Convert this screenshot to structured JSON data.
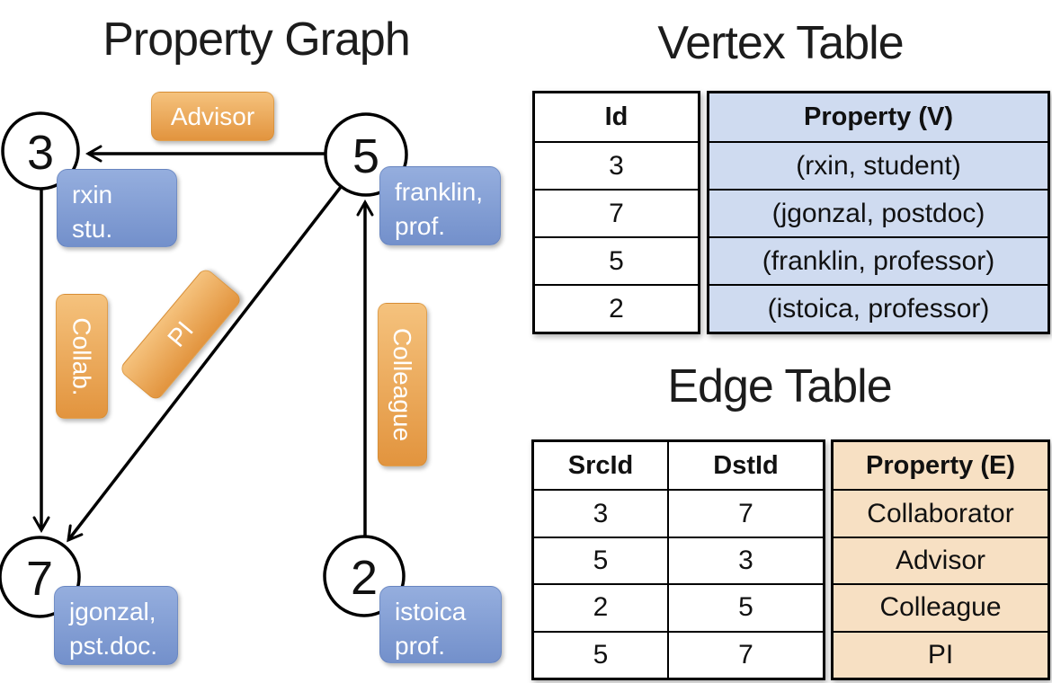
{
  "graph": {
    "title": "Property Graph",
    "nodes": [
      {
        "id": "3",
        "property_lines": [
          "rxin",
          "stu."
        ]
      },
      {
        "id": "5",
        "property_lines": [
          "franklin,",
          "prof."
        ]
      },
      {
        "id": "7",
        "property_lines": [
          "jgonzal,",
          "pst.doc."
        ]
      },
      {
        "id": "2",
        "property_lines": [
          "istoica",
          "prof."
        ]
      }
    ],
    "edge_labels": [
      "Advisor",
      "Collab.",
      "PI",
      "Colleague"
    ]
  },
  "vertex_table": {
    "title": "Vertex Table",
    "headers": {
      "id": "Id",
      "property": "Property (V)"
    },
    "rows": [
      {
        "id": "3",
        "property": "(rxin, student)"
      },
      {
        "id": "7",
        "property": "(jgonzal, postdoc)"
      },
      {
        "id": "5",
        "property": "(franklin, professor)"
      },
      {
        "id": "2",
        "property": "(istoica, professor)"
      }
    ]
  },
  "edge_table": {
    "title": "Edge Table",
    "headers": {
      "src": "SrcId",
      "dst": "DstId",
      "property": "Property (E)"
    },
    "rows": [
      {
        "src": "3",
        "dst": "7",
        "property": "Collaborator"
      },
      {
        "src": "5",
        "dst": "3",
        "property": "Advisor"
      },
      {
        "src": "2",
        "dst": "5",
        "property": "Colleague"
      },
      {
        "src": "5",
        "dst": "7",
        "property": "PI"
      }
    ]
  },
  "colors": {
    "edge_label_top": "#f5c27d",
    "edge_label_bottom": "#e2943e",
    "vertex_label_top": "#95aede",
    "vertex_label_bottom": "#7390cb",
    "vertex_property_fill": "#cfdbf0",
    "edge_property_fill": "#f7e0c3",
    "line": "#000000"
  }
}
